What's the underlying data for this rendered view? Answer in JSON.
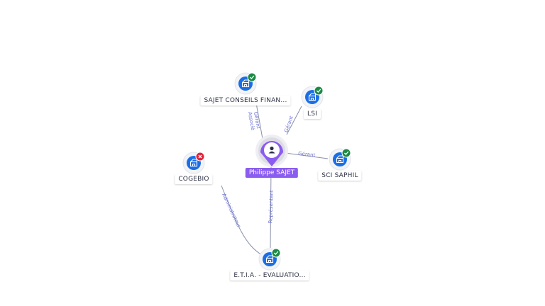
{
  "person": {
    "name": "Philippe SAJET",
    "icon": "person-icon"
  },
  "companies": [
    {
      "key": "sajet-conseils",
      "label": "SAJET CONSEILS FINAN...",
      "status": "active",
      "icon": "company-icon"
    },
    {
      "key": "lsi",
      "label": "LSI",
      "status": "active",
      "icon": "company-icon"
    },
    {
      "key": "sci-saphil",
      "label": "SCI SAPHIL",
      "status": "active",
      "icon": "company-icon"
    },
    {
      "key": "cogebio",
      "label": "COGEBIO",
      "status": "closed",
      "icon": "company-icon"
    },
    {
      "key": "etia",
      "label": "E.T.I.A. - EVALUATIO...",
      "status": "active",
      "icon": "company-icon"
    }
  ],
  "relations": [
    {
      "from": "person",
      "to": "sajet-conseils",
      "lines": [
        "Gérant",
        "Associé"
      ]
    },
    {
      "from": "person",
      "to": "lsi",
      "lines": [
        "Gérant"
      ]
    },
    {
      "from": "person",
      "to": "sci-saphil",
      "lines": [
        "Gérant"
      ]
    },
    {
      "from": "person",
      "to": "etia",
      "lines": [
        "Représentant"
      ]
    },
    {
      "from": "etia",
      "to": "cogebio",
      "lines": [
        "Administrateur"
      ]
    }
  ],
  "colors": {
    "company_node": "#1a6ee6",
    "person_node": "#8b5cf0",
    "status_active": "#1c8a45",
    "status_closed": "#e0243c",
    "edge_label": "#6d72d6"
  }
}
